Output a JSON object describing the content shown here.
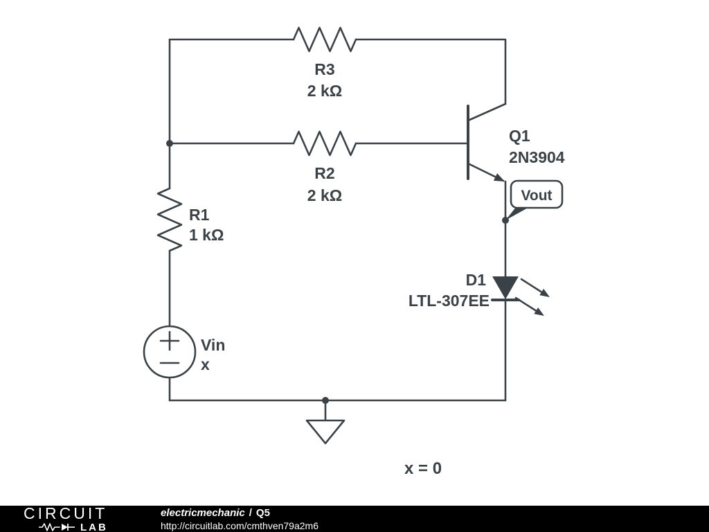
{
  "colors": {
    "ink": "#3a4247",
    "background": "#ffffff",
    "footer_bg": "#000000",
    "footer_fg": "#ffffff"
  },
  "schematic": {
    "r3": {
      "ref": "R3",
      "value": "2 kΩ"
    },
    "r2": {
      "ref": "R2",
      "value": "2 kΩ"
    },
    "r1": {
      "ref": "R1",
      "value": "1 kΩ"
    },
    "q1": {
      "ref": "Q1",
      "part": "2N3904"
    },
    "d1": {
      "ref": "D1",
      "part": "LTL-307EE"
    },
    "vin": {
      "ref": "Vin",
      "value": "x"
    },
    "vout_label": "Vout",
    "annotation": "x = 0"
  },
  "footer": {
    "logo_line1": "CIRCUIT",
    "logo_line2": "LAB",
    "author": "electricmechanic",
    "separator": "/",
    "project": "Q5",
    "url": "http://circuitlab.com/cmthven79a2m6"
  }
}
